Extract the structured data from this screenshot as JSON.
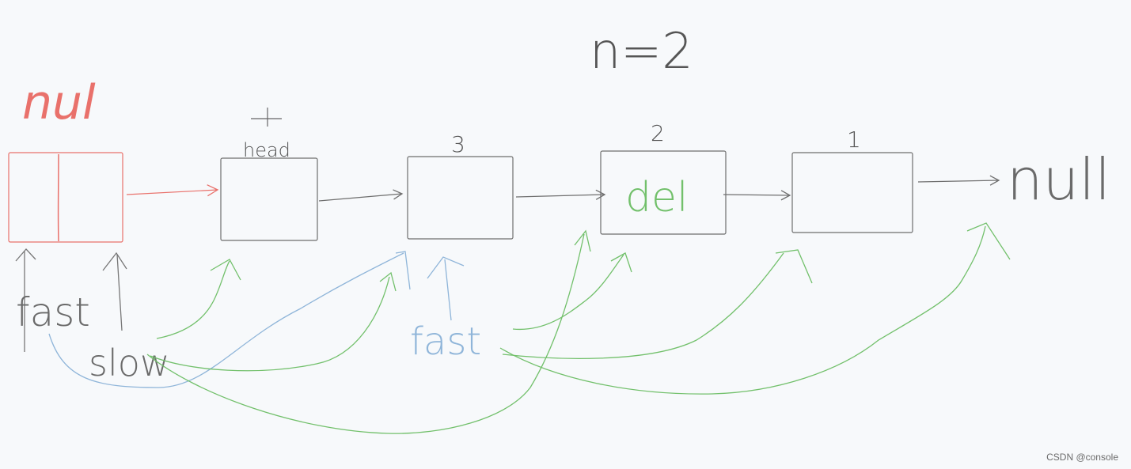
{
  "annotation": {
    "text": "n=2"
  },
  "labels": {
    "prehead_null": "nul",
    "head": "head",
    "tail_null": "null",
    "fast_start": "fast",
    "slow_start": "slow",
    "fast_mid": "fast",
    "del": "del"
  },
  "node_numbers": [
    "3",
    "2",
    "1"
  ],
  "watermark": "CSDN @console",
  "colors": {
    "red": "#e9716b",
    "gray": "#6e6e6e",
    "green": "#72c06b",
    "blue": "#8fb5d9"
  }
}
